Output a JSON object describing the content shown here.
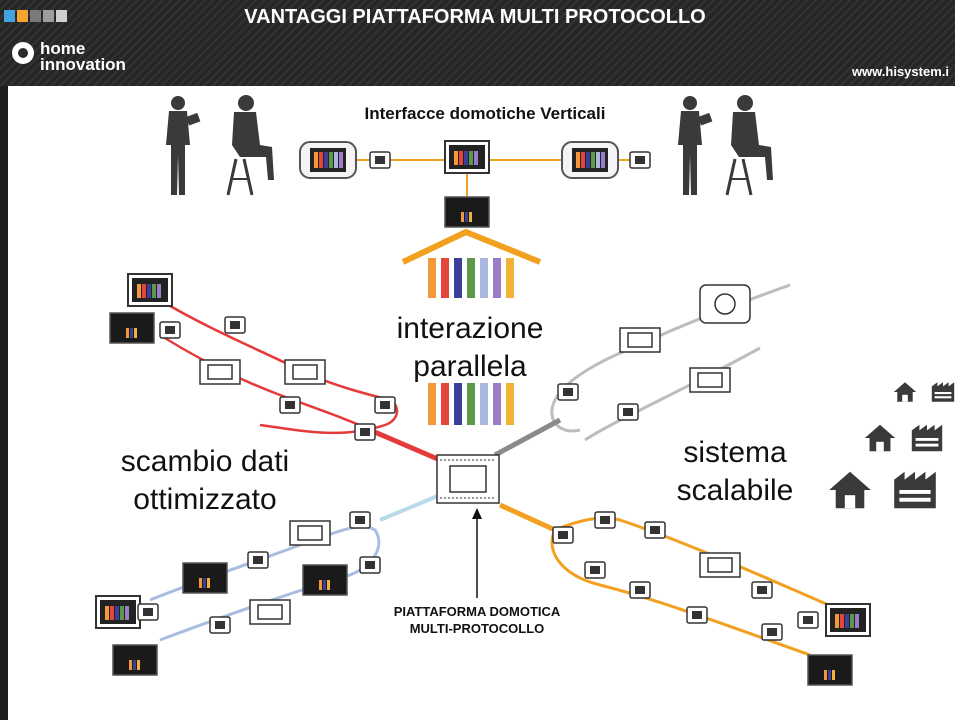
{
  "header": {
    "title": "VANTAGGI PIATTAFORMA MULTI PROTOCOLLO",
    "url": "www.hisystem.i",
    "logo_line1": "home",
    "logo_line2": "innovation",
    "squares": [
      "#3fa4e0",
      "#f2a530",
      "#7a7a7a",
      "#9d9d9d",
      "#cfcfcf"
    ]
  },
  "diagram": {
    "top_title": "Interfacce domotiche Verticali",
    "center_label_1": "interazione",
    "center_label_2": "parallela",
    "left_label_1": "scambio dati",
    "left_label_2": "ottimizzato",
    "right_label_1": "sistema",
    "right_label_2": "scalabile",
    "platform_label_1": "PIATTAFORMA DOMOTICA",
    "platform_label_2": "MULTI-PROTOCOLLO",
    "bar_colors": [
      "#f29a3a",
      "#e6453a",
      "#3c3f9a",
      "#5a9a4a",
      "#a9b7e0",
      "#9a7cc8",
      "#f2b23a"
    ],
    "line_colors": {
      "red": "#e63a3a",
      "gray": "#999999",
      "blue": "#a9bde0",
      "orange": "#f2a020",
      "accent": "#f2a020"
    }
  }
}
